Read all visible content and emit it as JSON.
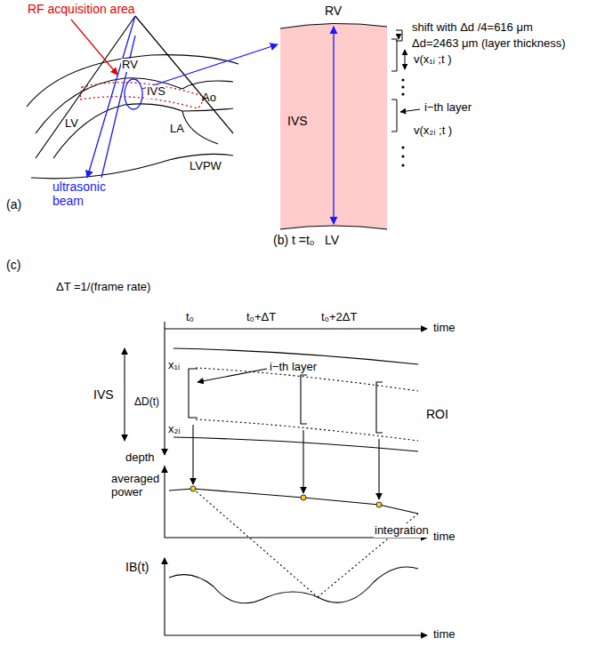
{
  "diagram": {
    "labels": [
      "RF acquisition area",
      "(a)",
      "RV",
      "IVS",
      "LV",
      "Ao",
      "LA",
      "LVPW",
      "ultrasonic beam",
      "RV",
      "IVS",
      "LV",
      "shift with Δd /4=616 μm",
      "Δd=2463 μm (layer thickness)",
      "v(x₁ᵢ ;t )",
      "i−th layer",
      "v(x₂ᵢ ;t )",
      "(b) t =t₀",
      "(c)",
      "ΔT =1/(frame rate)",
      "t₀",
      "t₀+ΔT",
      "t₀+2ΔT",
      "time",
      "i−th layer",
      "IVS",
      "x₁ᵢ",
      "ΔD(t)",
      "x₂ᵢ",
      "depth",
      "ROI",
      "averaged power",
      "integration",
      "time",
      "IB(t)",
      "time"
    ]
  }
}
